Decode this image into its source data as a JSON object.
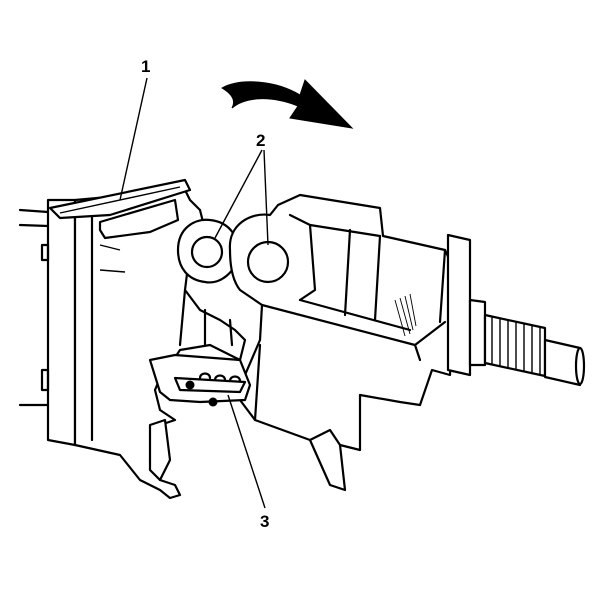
{
  "callouts": [
    {
      "id": "1",
      "label": "1"
    },
    {
      "id": "2",
      "label": "2"
    },
    {
      "id": "3",
      "label": "3"
    }
  ],
  "icons": {
    "direction": "rotation-arrow-icon"
  },
  "colors": {
    "ink": "#000000",
    "paper": "#ffffff"
  }
}
